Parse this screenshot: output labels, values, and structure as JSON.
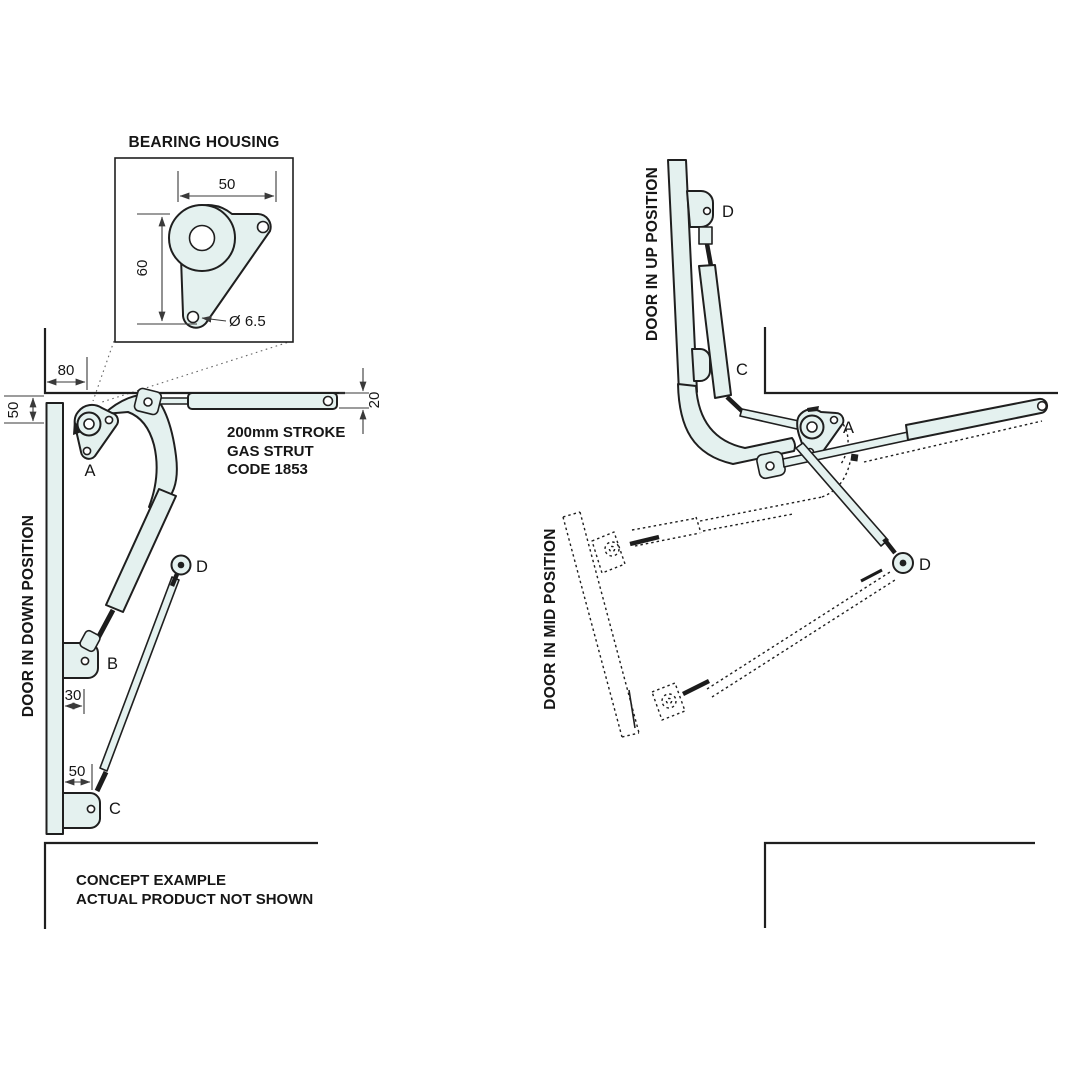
{
  "colors": {
    "fill": "#e4f1ef",
    "line": "#1f1f1f",
    "dim": "#3a3a3a"
  },
  "inset": {
    "title": "BEARING HOUSING",
    "width_dim": "50",
    "height_dim": "60",
    "hole_dim": "Ø 6.5"
  },
  "left_view": {
    "door_label": "DOOR IN DOWN POSITION",
    "dims": {
      "wall_offset": "80",
      "ceiling_drop": "50",
      "strut_thickness": "20",
      "bracket_b_offset": "30",
      "bracket_c_offset": "50"
    },
    "strut_note": [
      "200mm STROKE",
      "GAS STRUT",
      "CODE 1853"
    ],
    "point_a": "A",
    "point_b": "B",
    "point_c": "C",
    "point_d": "D"
  },
  "right_view": {
    "door_up_label": "DOOR IN UP POSITION",
    "door_mid_label": "DOOR IN MID POSITION",
    "point_d_top": "D",
    "point_c": "C",
    "point_a": "A",
    "point_d_eyelet": "D"
  },
  "footer": [
    "CONCEPT EXAMPLE",
    "ACTUAL PRODUCT NOT SHOWN"
  ]
}
